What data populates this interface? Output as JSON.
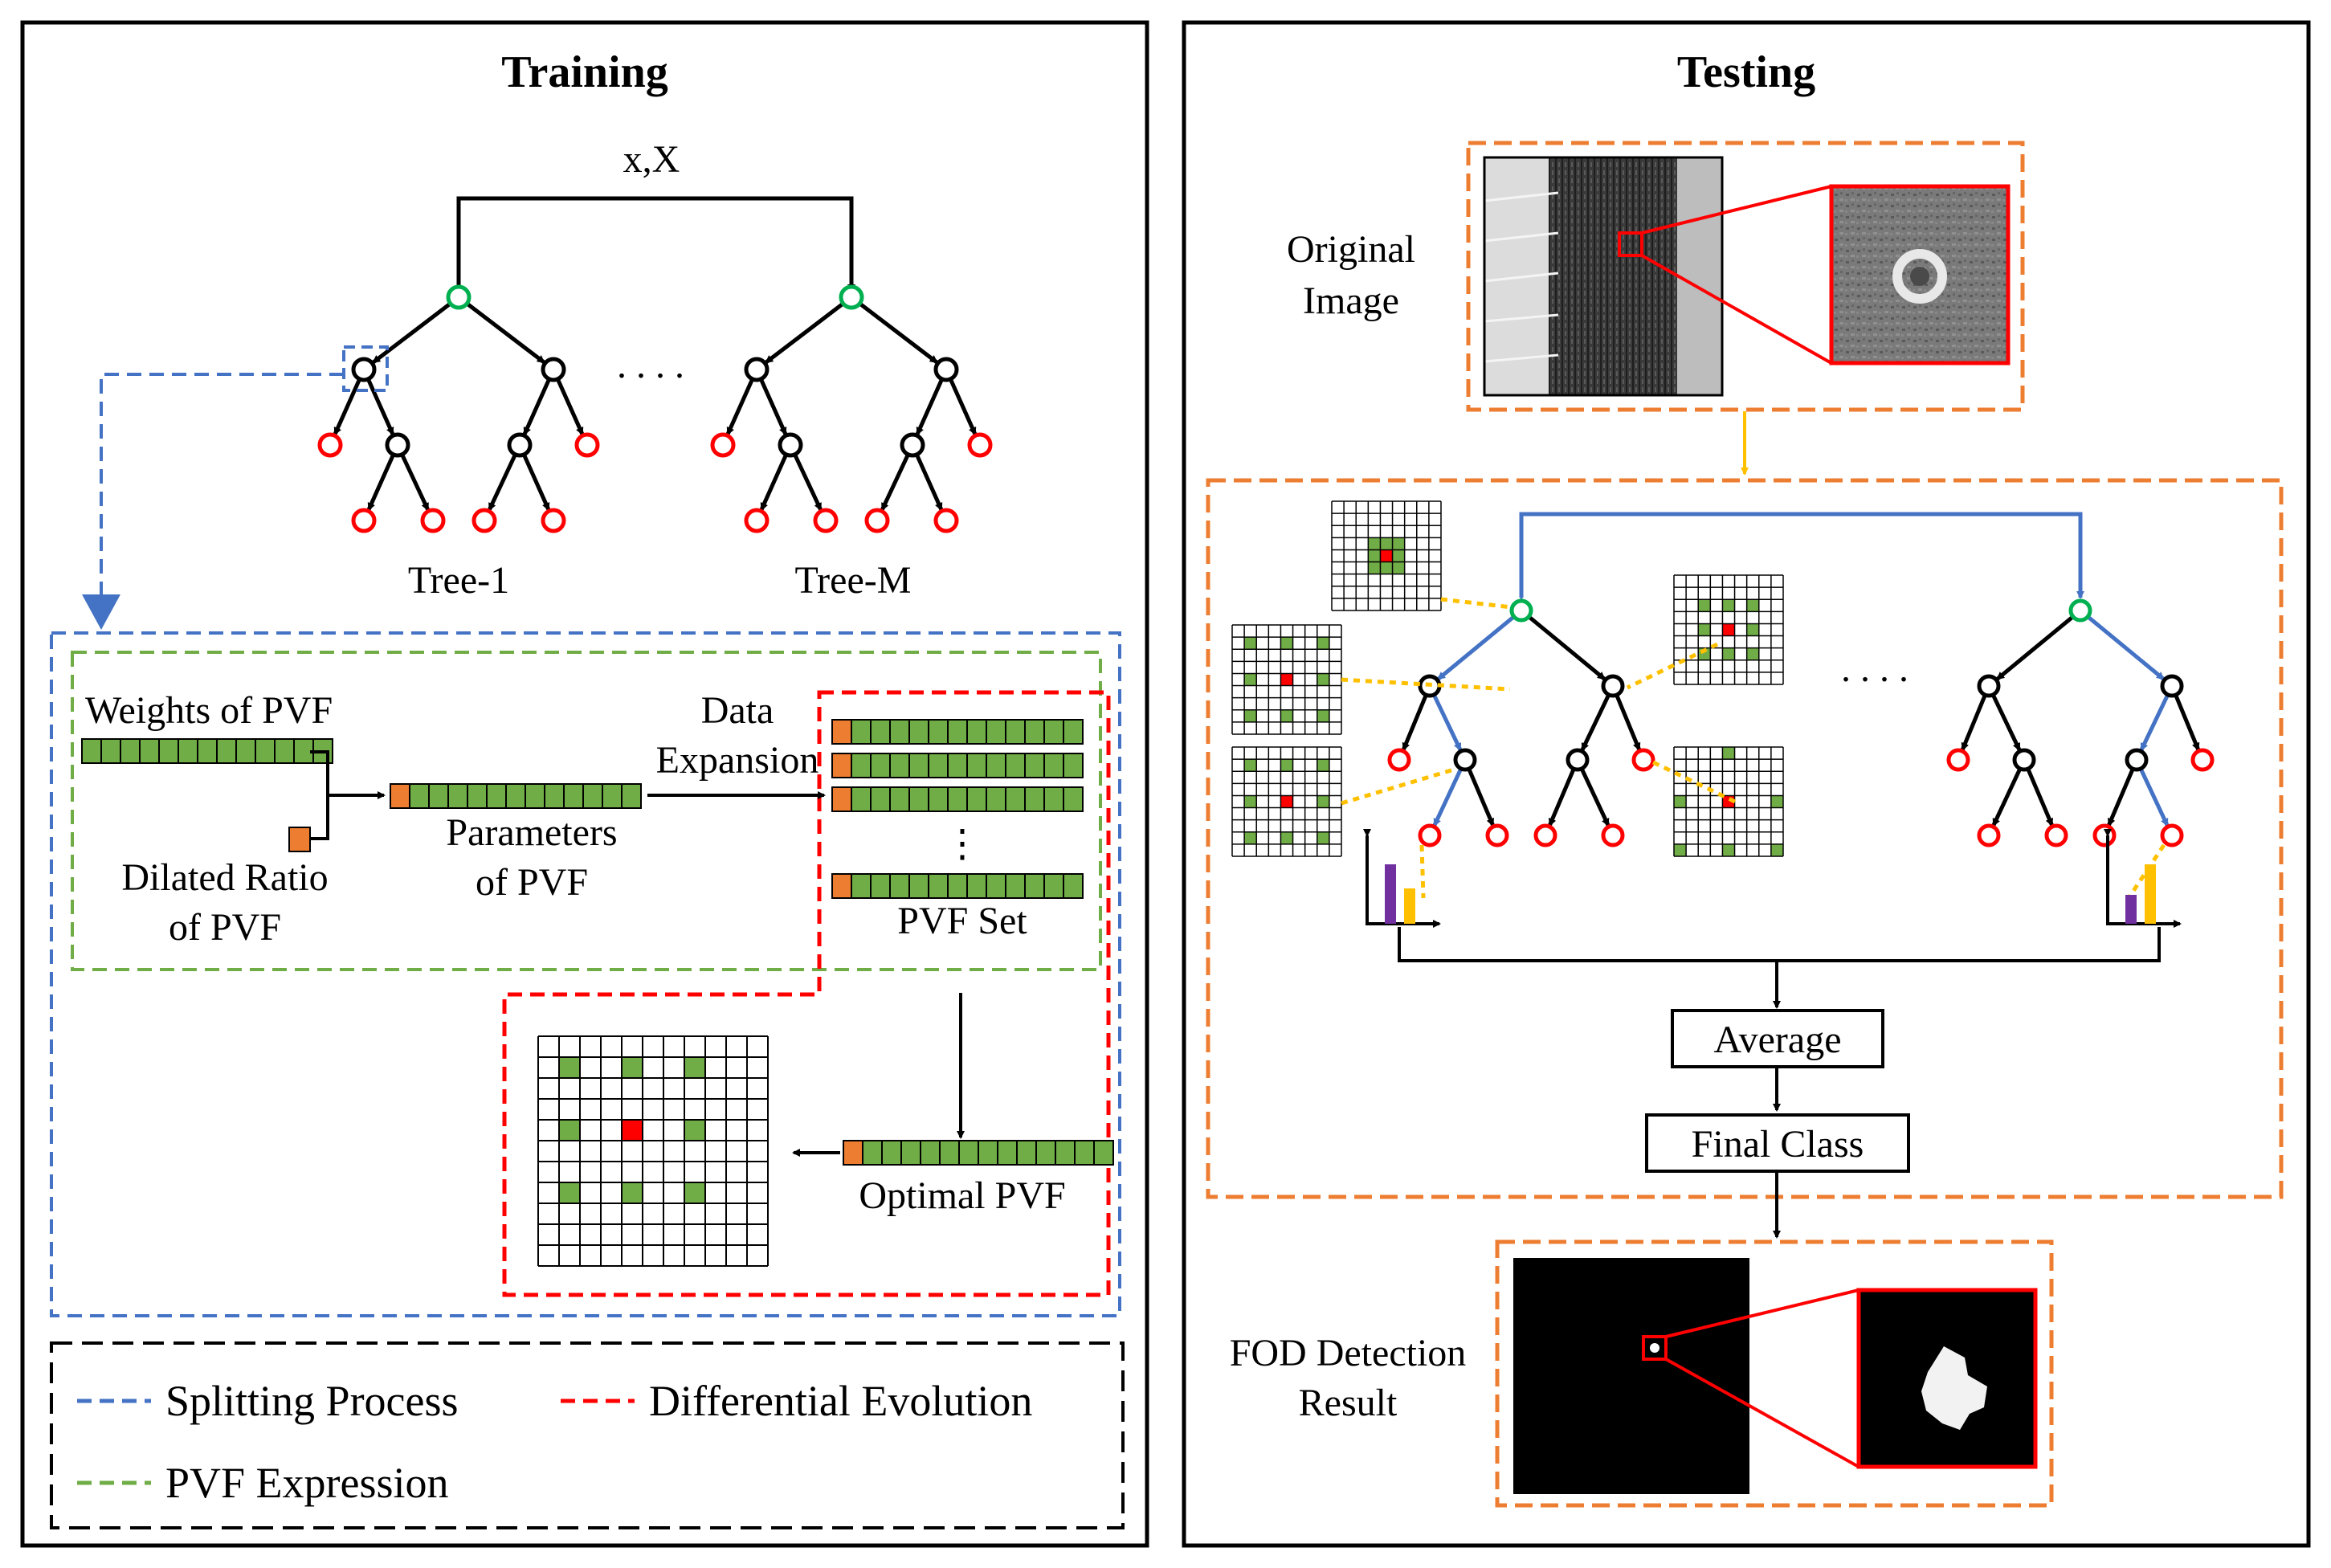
{
  "training": {
    "title": "Training",
    "input_label": "x,X",
    "tree_first_label": "Tree-1",
    "tree_last_label": "Tree-M",
    "ellipsis": ". . . .",
    "weights_label": "Weights of PVF",
    "dilated_line1": "Dilated Ratio",
    "dilated_line2": "of PVF",
    "params_line1": "Parameters",
    "params_line2": "of PVF",
    "expansion_line1": "Data",
    "expansion_line2": "Expansion",
    "vdots": "⋮",
    "pvf_set_label": "PVF Set",
    "optimal_label": "Optimal PVF"
  },
  "legend": {
    "splitting": "Splitting Process",
    "differential": "Differential Evolution",
    "expression": "PVF Expression"
  },
  "testing": {
    "title": "Testing",
    "original_line1": "Original",
    "original_line2": "Image",
    "ellipsis": ". . . .",
    "average_label": "Average",
    "final_label": "Final Class",
    "fod_line1": "FOD Detection",
    "fod_line2": "Result"
  },
  "colors": {
    "split_blue": "#4472c4",
    "pvf_green": "#70ad47",
    "de_red": "#ff0000",
    "frame_orange": "#ed7d31",
    "cell_green": "#70ad47",
    "cell_orange": "#ed7d31",
    "root_green": "#00b050",
    "leaf_red": "#ff0000",
    "link_yellow": "#ffc000",
    "hist_purple": "#7030a0",
    "hist_yellow": "#ffc000"
  },
  "icons": {
    "tree_node": "circle-node-icon",
    "filter_grid": "filter-grid-icon",
    "histogram": "histogram-icon"
  }
}
